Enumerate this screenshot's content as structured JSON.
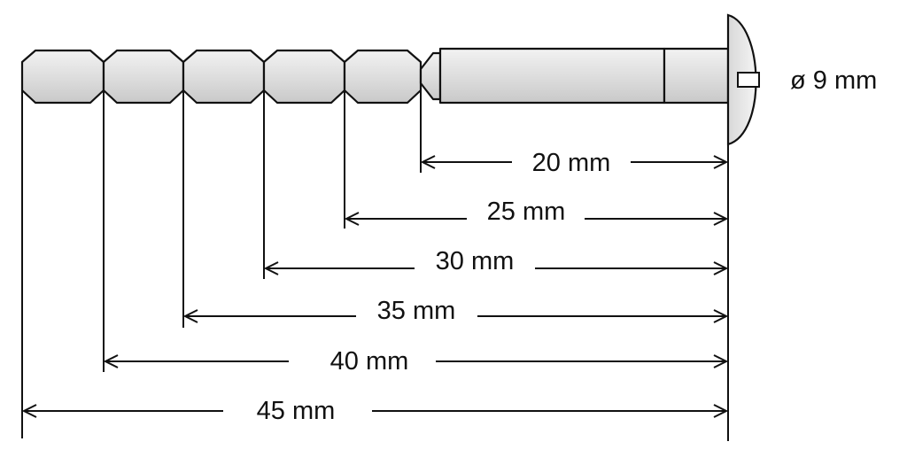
{
  "diameter_label": "ø 9 mm",
  "dimensions": [
    {
      "label": "20 mm"
    },
    {
      "label": "25 mm"
    },
    {
      "label": "30 mm"
    },
    {
      "label": "35 mm"
    },
    {
      "label": "40 mm"
    },
    {
      "label": "45 mm"
    }
  ]
}
